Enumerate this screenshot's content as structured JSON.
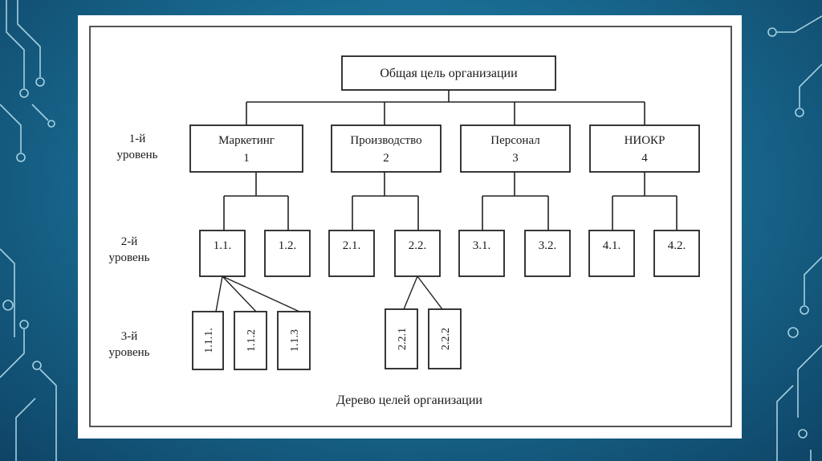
{
  "diagram": {
    "root": "Общая цель организации",
    "caption": "Дерево целей организации",
    "level_labels": [
      {
        "word": "1-й",
        "suffix": "уровень"
      },
      {
        "word": "2-й",
        "suffix": "уровень"
      },
      {
        "word": "3-й",
        "suffix": "уровень"
      }
    ],
    "level1": [
      {
        "name": "Маркетинг",
        "num": "1"
      },
      {
        "name": "Производство",
        "num": "2"
      },
      {
        "name": "Персонал",
        "num": "3"
      },
      {
        "name": "НИОКР",
        "num": "4"
      }
    ],
    "level2": [
      "1.1.",
      "1.2.",
      "2.1.",
      "2.2.",
      "3.1.",
      "3.2.",
      "4.1.",
      "4.2."
    ],
    "level3": [
      "1.1.1.",
      "1.1.2",
      "1.1.3",
      "2.2.1",
      "2.2.2"
    ]
  },
  "colors": {
    "accent": "#1f7fa8",
    "line": "#222222"
  }
}
